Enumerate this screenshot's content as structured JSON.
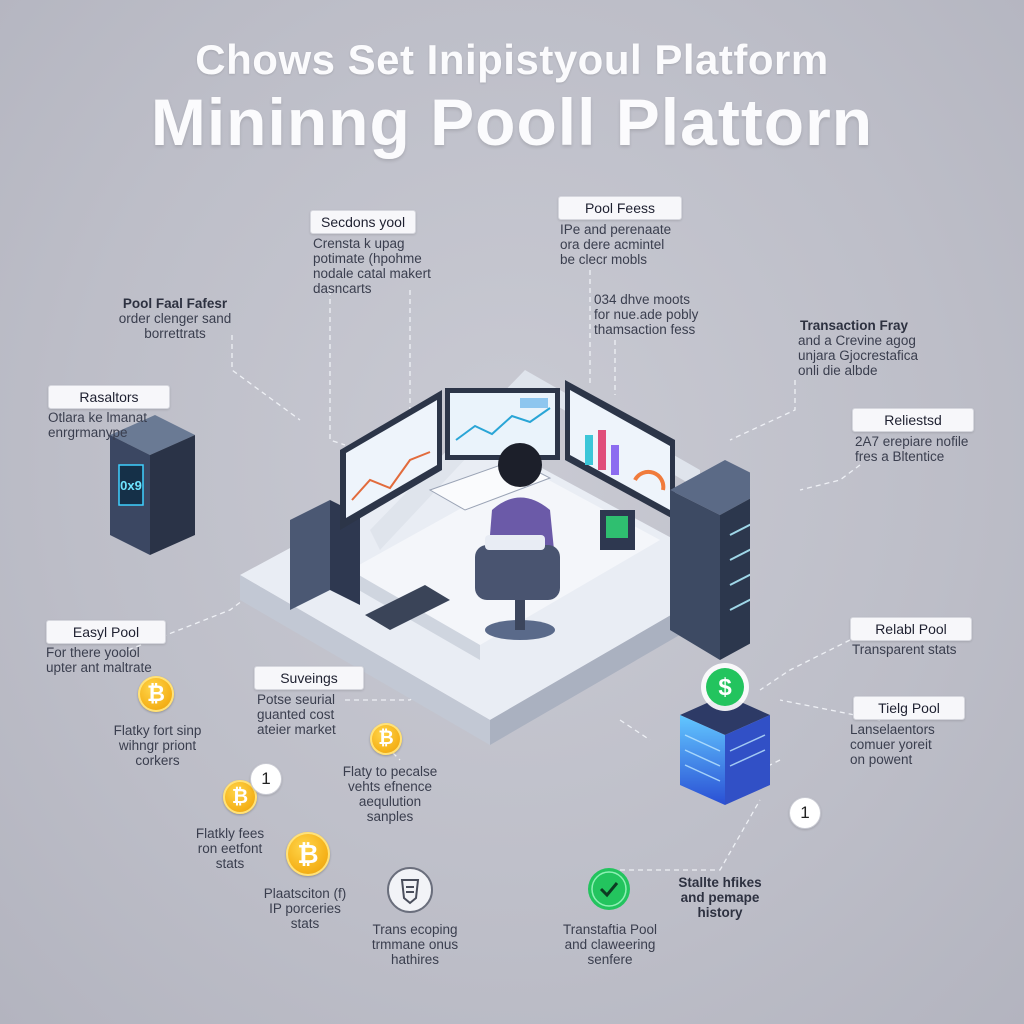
{
  "title_line1": "Chows Set Inipistyoul Platform",
  "title_line2": "Mininng Pooll Plattorn",
  "callouts": [
    {
      "id": "sessions-pool",
      "label": "Secdons yool",
      "desc": "Crensta k upag\npotimate (hpohme\nnodale catal makert\ndasncarts"
    },
    {
      "id": "pool-fees",
      "label": "Pool Feess",
      "desc": "IPe and perenaate\nora dere acmintel\nbe clecr mobls"
    },
    {
      "id": "pool-fees-2",
      "label": "",
      "desc": "034 dhve moots\nfor nue.ade pobly\nthamsaction fess"
    },
    {
      "id": "pool-fast",
      "label": "",
      "desc_title": "Pool Faal Fafesr",
      "desc": "order clenger sand\nborrettrats"
    },
    {
      "id": "transaction",
      "label": "",
      "desc_title": "Transaction Fray",
      "desc": "and a Crevine agog\nunjara Gjocrestafica\nonli die albde"
    },
    {
      "id": "realtors",
      "label": "Rasaltors",
      "desc": "Otlara ke lmanat\nenrgrmanype"
    },
    {
      "id": "reliested",
      "label": "Reliestsd",
      "desc": "2A7 erepiare nofile\nfres a Bltentice"
    },
    {
      "id": "easy-pool",
      "label": "Easyl Pool",
      "desc": "For there yoolol\nupter ant maltrate"
    },
    {
      "id": "suveings",
      "label": "Suveings",
      "desc": "Potse seurial\nguanted cost\nateier market"
    },
    {
      "id": "relabl-pool",
      "label": "Relabl Pool",
      "desc": "Transparent stats"
    },
    {
      "id": "tielg-pool",
      "label": "Tielg Pool",
      "desc": "Lanselaentors\ncomuer yoreit\non powent"
    }
  ],
  "bottom_notes": {
    "left1": "Flatky fort sinp\nwihngr priont\ncorkers",
    "left2": "Flatkly fees\nron eetfont\nstats",
    "left3": "Plaatsciton (f)\nIP porceries\nstats",
    "center1": "Flaty to pecalse\nvehts efnence\naequlution\nsanples",
    "center2": "Trans ecoping\ntrmmane onus\nhathires",
    "center3": "Transtaftia Pool\nand claweering\nsenfere",
    "right": "Stallte hfikes\nand pemape\nhistory"
  },
  "badges": [
    "1",
    "1"
  ],
  "coin_symbol": "₿",
  "dollar_symbol": "$",
  "device_display": "0x9",
  "colors": {
    "accent_blue": "#4ea8ff",
    "bitcoin": "#f5b21a",
    "green": "#23c45e",
    "server": "#3c4a62"
  }
}
